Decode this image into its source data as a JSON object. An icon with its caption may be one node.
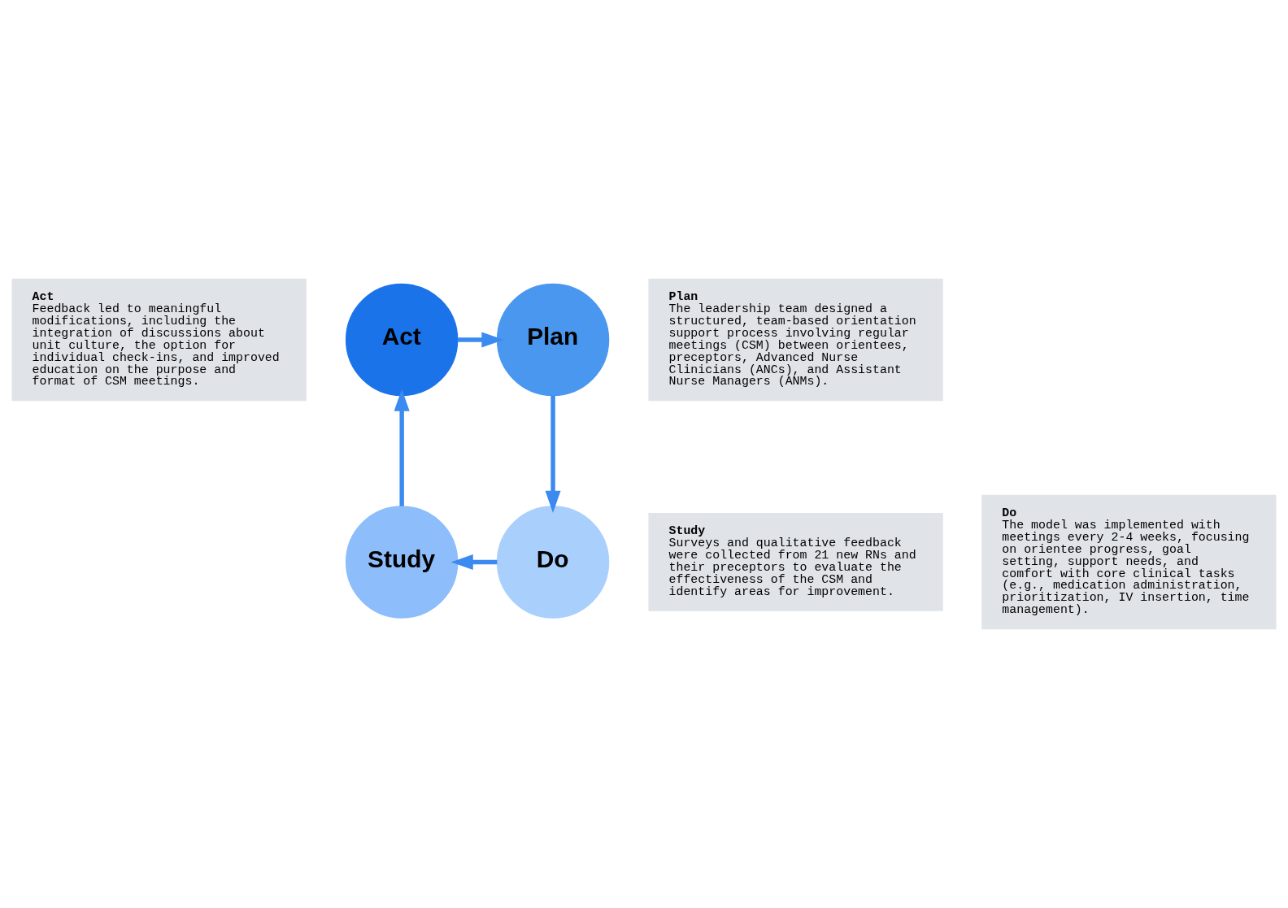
{
  "diagram": {
    "nodes": [
      {
        "text": [
          "Act",
          "Feedback led to meaningful modifications, including the integration of discussions about unit culture, the option for individual check-ins, and improved education on the purpose and format of CSM meetings."
        ]
      },
      {
        "text": [
          "Plan",
          "The leadership team designed a structured, team-based orientation support process involving regular meetings (CSM) between orientees, preceptors, Advanced Nurse Clinicians (ANCs), and Assistant Nurse Managers (ANMs)."
        ]
      },
      {
        "text": [
          "Act"
        ]
      },
      {
        "text": [
          "Plan"
        ]
      },
      {
        "text": [
          "Study"
        ]
      },
      {
        "text": [
          "Do"
        ]
      },
      {
        "text": [
          "Study",
          "Surveys and qualitative feedback were collected from 21 new RNs and their preceptors to evaluate the effectiveness of the CSM and identify areas for improvement."
        ]
      },
      {
        "text": [
          "Do",
          "The model was implemented with meetings every 2-4 weeks, focusing on orientee progress, goal setting, support needs, and comfort with core clinical tasks (e.g., medication administration, prioritization, IV insertion, time management)."
        ]
      }
    ],
    "edges": [
      {
        "from": 2,
        "to": 3,
        "arrow": "to"
      },
      {
        "from": 3,
        "to": 5,
        "arrow": "to"
      },
      {
        "from": 5,
        "to": 4,
        "arrow": "to"
      },
      {
        "from": 4,
        "to": 2,
        "arrow": "to"
      }
    ]
  }
}
